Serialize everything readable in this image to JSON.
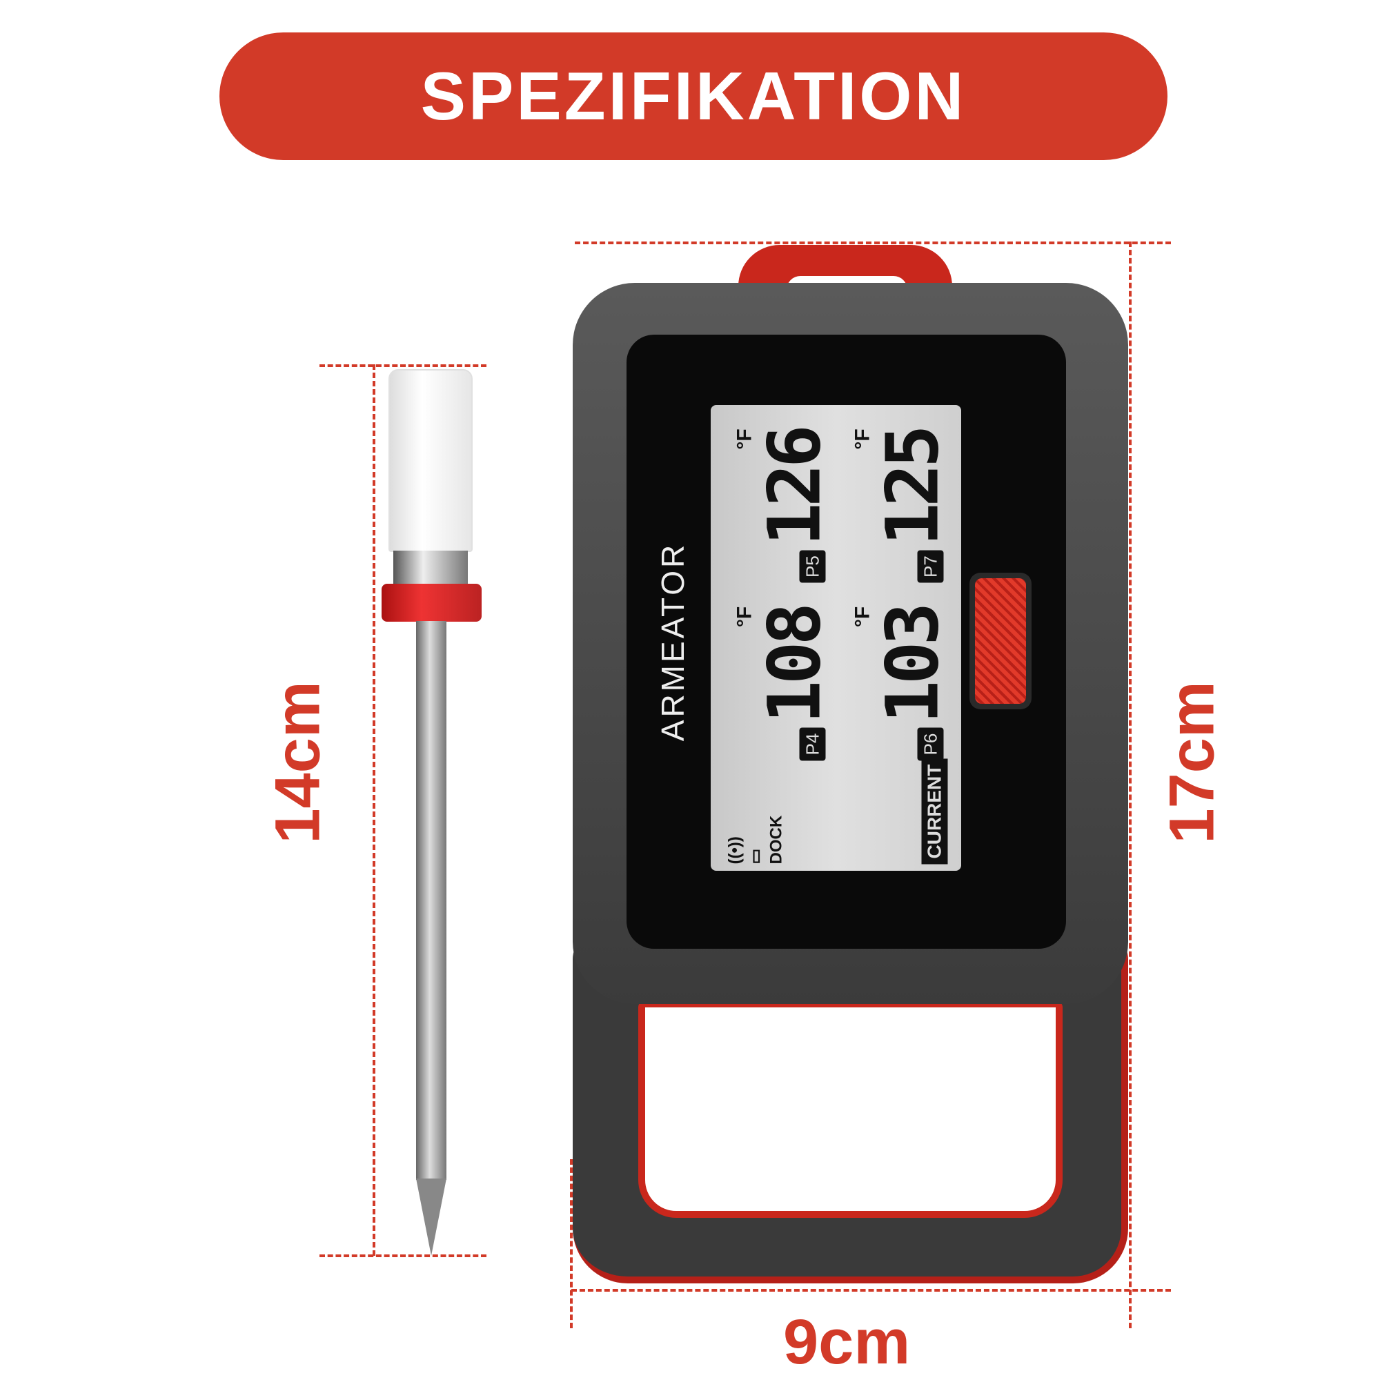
{
  "title": "SPEZIFIKATION",
  "dimensions": {
    "probe_length": "14cm",
    "device_height": "17cm",
    "device_width": "9cm"
  },
  "device": {
    "brand": "ARMEATOR",
    "display": {
      "probes": [
        {
          "label": "P5",
          "value": "126",
          "unit": "°F"
        },
        {
          "label": "P7",
          "value": "125",
          "unit": "°F"
        },
        {
          "label": "P4",
          "value": "108",
          "unit": "°F"
        },
        {
          "label": "P6",
          "value": "103",
          "unit": "°F"
        }
      ],
      "status": "DOCK",
      "mode": "CURRENT"
    }
  },
  "colors": {
    "accent": "#d23a28",
    "device_body": "#3b3b3b",
    "lcd": "#d4d4d4"
  }
}
